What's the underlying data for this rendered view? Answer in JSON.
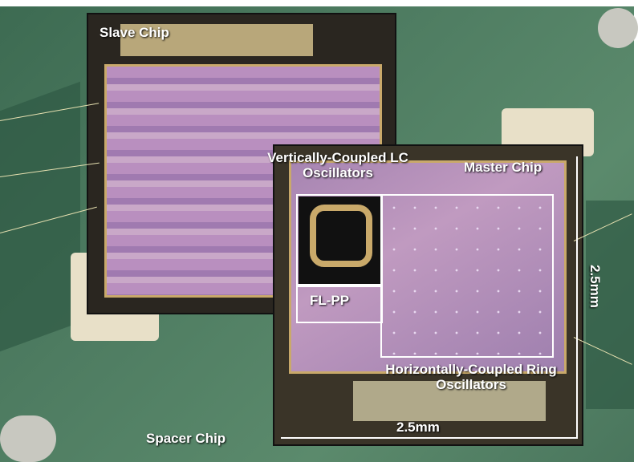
{
  "labels": {
    "slave_chip": "Slave Chip",
    "master_chip": "Master Chip",
    "spacer_chip": "Spacer Chip",
    "lc_oscillators": "Vertically-Coupled LC Oscillators",
    "fl_pp": "FL-PP",
    "ring_oscillators": "Horizontally-Coupled Ring Oscillators",
    "width_dim": "2.5mm",
    "height_dim": "2.5mm"
  },
  "colors": {
    "board": "#4f7d62",
    "die": "#b48ab8",
    "annotation": "#ffffff"
  }
}
